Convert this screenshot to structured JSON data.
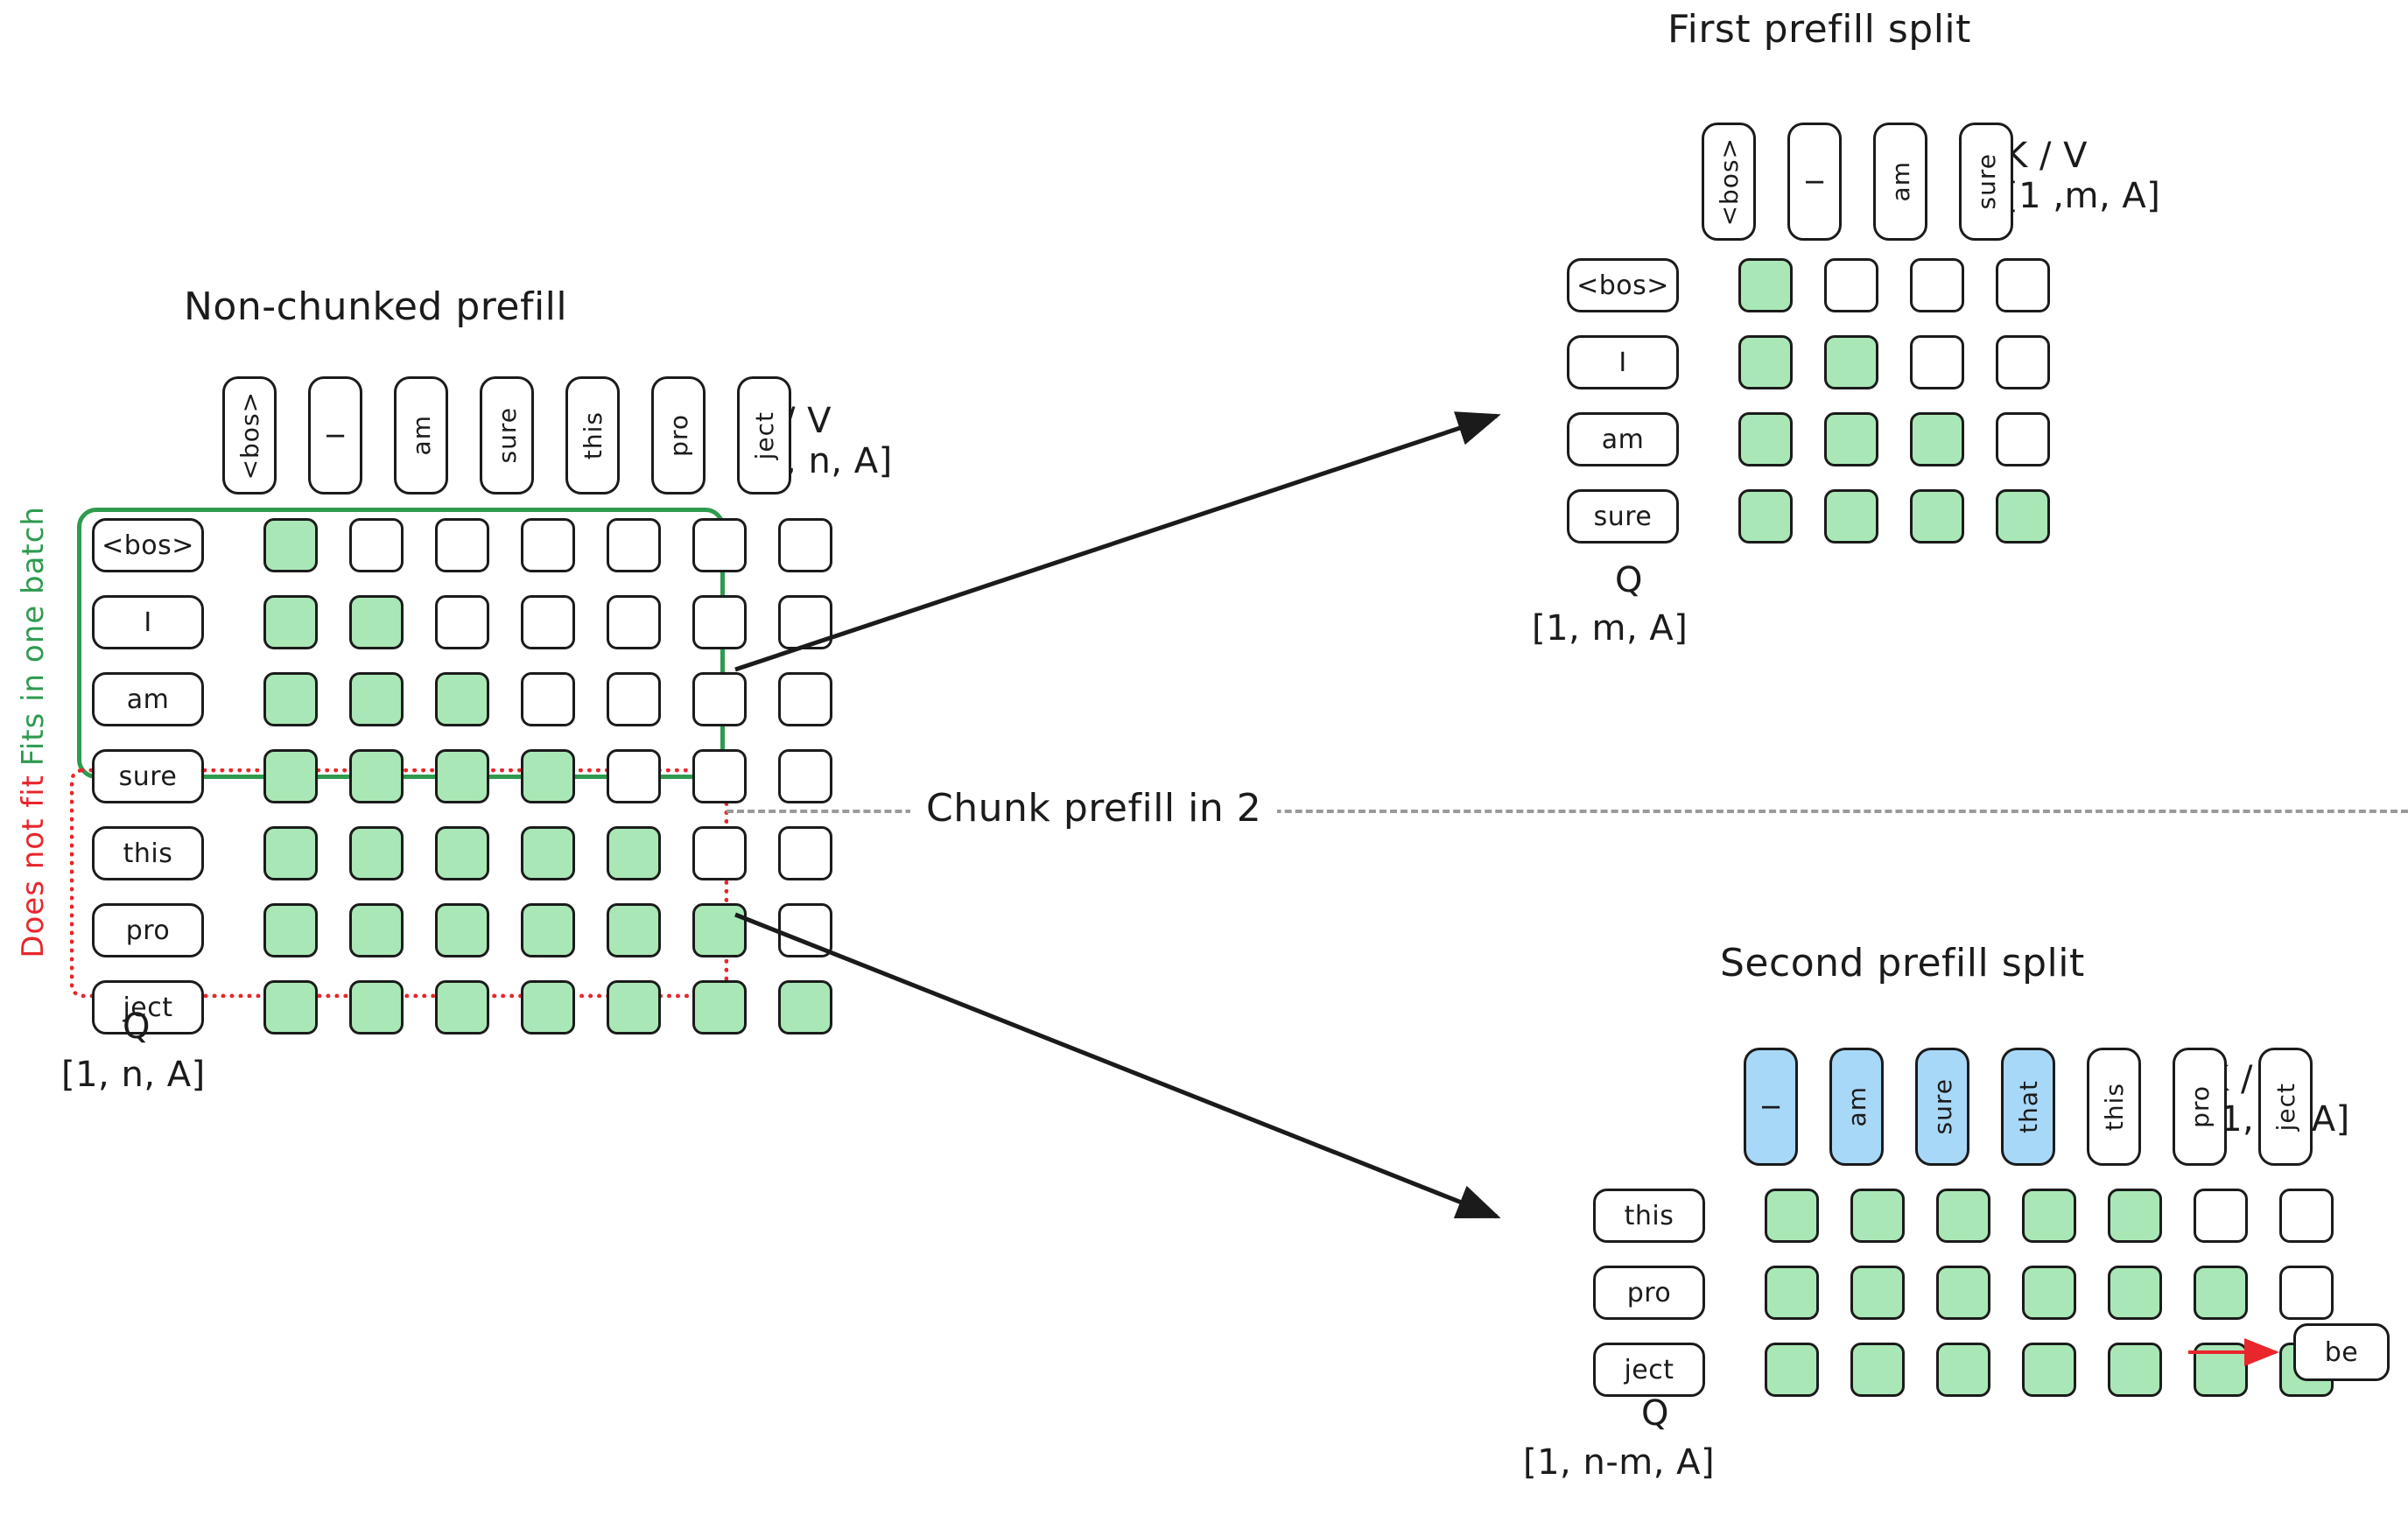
{
  "diagram": {
    "title_left": "Non-chunked prefill",
    "title_top_right": "First prefill split",
    "title_bottom_right": "Second prefill split",
    "divider_label": "Chunk prefill in 2",
    "colors": {
      "attend": "#a9e8b6",
      "cached_kv": "#a8d8f8",
      "fits_outline": "#2e9b4f",
      "nofit_outline": "#e8262c",
      "arrow": "#1b1b1b",
      "predict_arrow": "#e8262c",
      "ink": "#1b1b1b",
      "divider": "#9a9a9a"
    }
  },
  "left_panel": {
    "kv_label_line1": "K / V",
    "kv_label_line2": "[1, n, A]",
    "q_label": "Q",
    "q_dims": "[1, n, A]",
    "side_label_fits": "Fits in one batch",
    "side_label_nofit": "Does not fit",
    "columns": [
      "<bos>",
      "I",
      "am",
      "sure",
      "this",
      "pro",
      "ject"
    ],
    "rows": [
      "<bos>",
      "I",
      "am",
      "sure",
      "this",
      "pro",
      "ject"
    ],
    "mask": [
      [
        1,
        0,
        0,
        0,
        0,
        0,
        0
      ],
      [
        1,
        1,
        0,
        0,
        0,
        0,
        0
      ],
      [
        1,
        1,
        1,
        0,
        0,
        0,
        0
      ],
      [
        1,
        1,
        1,
        1,
        0,
        0,
        0
      ],
      [
        1,
        1,
        1,
        1,
        1,
        0,
        0
      ],
      [
        1,
        1,
        1,
        1,
        1,
        1,
        0
      ],
      [
        1,
        1,
        1,
        1,
        1,
        1,
        1
      ]
    ],
    "fits_rows": [
      0,
      1,
      2,
      3
    ],
    "nofit_rows": [
      4,
      5,
      6
    ]
  },
  "first_split": {
    "title": "First prefill split",
    "kv_label_line1": "K / V",
    "kv_label_line2": "[1 ,m, A]",
    "q_label": "Q",
    "q_dims": "[1, m, A]",
    "columns": [
      "<bos>",
      "I",
      "am",
      "sure"
    ],
    "column_states": [
      "new",
      "new",
      "new",
      "new"
    ],
    "rows": [
      "<bos>",
      "I",
      "am",
      "sure"
    ],
    "mask": [
      [
        1,
        0,
        0,
        0
      ],
      [
        1,
        1,
        0,
        0
      ],
      [
        1,
        1,
        1,
        0
      ],
      [
        1,
        1,
        1,
        1
      ]
    ]
  },
  "second_split": {
    "title": "Second prefill split",
    "kv_label_line1": "K / V",
    "kv_label_line2": "[1, n, A]",
    "q_label": "Q",
    "q_dims": "[1, n-m, A]",
    "columns": [
      "I",
      "am",
      "sure",
      "that",
      "this",
      "pro",
      "ject"
    ],
    "column_states": [
      "cached",
      "cached",
      "cached",
      "cached",
      "new",
      "new",
      "new"
    ],
    "rows": [
      "this",
      "pro",
      "ject"
    ],
    "mask": [
      [
        1,
        1,
        1,
        1,
        1,
        0,
        0
      ],
      [
        1,
        1,
        1,
        1,
        1,
        1,
        0
      ],
      [
        1,
        1,
        1,
        1,
        1,
        1,
        1
      ]
    ],
    "prediction_token": "be"
  }
}
